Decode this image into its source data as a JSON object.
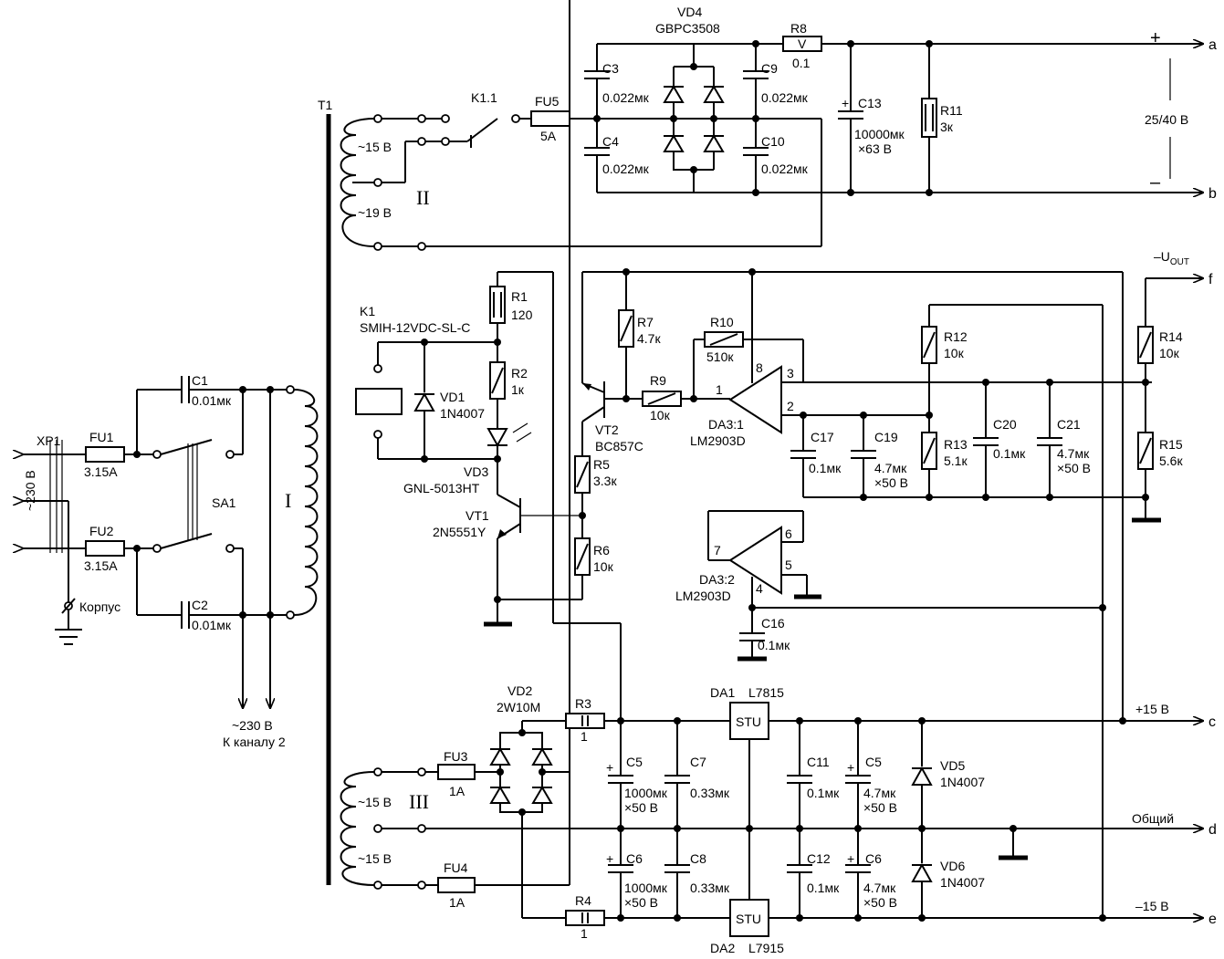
{
  "labels": {
    "XP1": "XP1",
    "mains": "~230 В",
    "korpus": "Корпус",
    "FU1": "FU1",
    "FU1v": "3.15A",
    "FU2": "FU2",
    "FU2v": "3.15A",
    "SA1": "SA1",
    "C1": "C1",
    "C1v": "0.01мк",
    "C2": "C2",
    "C2v": "0.01мк",
    "to_ch2_a": "~230 В",
    "to_ch2_b": "К каналу 2",
    "T1": "T1",
    "wI": "I",
    "wII": "II",
    "wIII": "III",
    "v15a": "~15 В",
    "v19": "~19 В",
    "v15b": "~15 В",
    "v15c": "~15 В",
    "K11": "K1.1",
    "FU5": "FU5",
    "FU5v": "5A",
    "VD4": "VD4",
    "VD4t": "GBPC3508",
    "C3": "C3",
    "C3v": "0.022мк",
    "C4": "C4",
    "C4v": "0.022мк",
    "C9": "C9",
    "C9v": "0.022мк",
    "C10": "C10",
    "C10v": "0.022мк",
    "R8": "R8",
    "R8v": "0.1",
    "R8m": "V",
    "C13": "C13",
    "C13v": "10000мк",
    "C13u": "×63 В",
    "R11": "R11",
    "R11v": "3к",
    "plus": "+",
    "minus": "–",
    "range": "25/40 В",
    "K1": "K1",
    "K1t": "SMIH-12VDC-SL-C",
    "VD1": "VD1",
    "VD1t": "1N4007",
    "R1": "R1",
    "R1v": "120",
    "R2": "R2",
    "R2v": "1к",
    "VD3": "VD3",
    "VD3t": "GNL-5013HT",
    "VT1": "VT1",
    "VT1t": "2N5551Y",
    "R5": "R5",
    "R5v": "3.3к",
    "R6": "R6",
    "R6v": "10к",
    "R7": "R7",
    "R7v": "4.7к",
    "R9": "R9",
    "R9v": "10к",
    "VT2": "VT2",
    "VT2t": "BC857C",
    "R10": "R10",
    "R10v": "510к",
    "DA31": "DA3:1",
    "DA31t": "LM2903D",
    "p8": "8",
    "p3": "3",
    "p2": "2",
    "p1": "1",
    "C17": "C17",
    "C17v": "0.1мк",
    "C19": "C19",
    "C19v": "4.7мк",
    "C19u": "×50 В",
    "R12": "R12",
    "R12v": "10к",
    "R13": "R13",
    "R13v": "5.1к",
    "C20": "C20",
    "C20v": "0.1мк",
    "C21": "C21",
    "C21v": "4.7мк",
    "C21u": "×50 В",
    "R14": "R14",
    "R14v": "10к",
    "R15": "R15",
    "R15v": "5.6к",
    "uout": "–U",
    "uout_sub": "OUT",
    "DA32": "DA3:2",
    "DA32t": "LM2903D",
    "p7": "7",
    "p6": "6",
    "p5": "5",
    "p4": "4",
    "C16": "C16",
    "C16v": "0.1мк",
    "VD2": "VD2",
    "VD2t": "2W10M",
    "FU3": "FU3",
    "FU3v": "1A",
    "FU4": "FU4",
    "FU4v": "1A",
    "R3": "R3",
    "R3v": "1",
    "R4": "R4",
    "R4v": "1",
    "C5": "C5",
    "C5v": "1000мк",
    "C5u": "×50 В",
    "C6": "C6",
    "C6v": "1000мк",
    "C6u": "×50 В",
    "C7": "C7",
    "C7v": "0.33мк",
    "C8": "C8",
    "C8v": "0.33мк",
    "DA1": "DA1",
    "DA1t": "L7815",
    "DA2": "DA2",
    "DA2t": "L7915",
    "stu": "STU",
    "C11": "C11",
    "C11v": "0.1мк",
    "C12": "C12",
    "C12v": "0.1мк",
    "C5b": "C5",
    "C5bv": "4.7мк",
    "C5bu": "×50 В",
    "C6b": "C6",
    "C6bv": "4.7мк",
    "C6bu": "×50 В",
    "VD5": "VD5",
    "VD5t": "1N4007",
    "VD6": "VD6",
    "VD6t": "1N4007",
    "p15": "+15 В",
    "common": "Общий",
    "m15": "–15 В",
    "ta": "a",
    "tb": "b",
    "tf": "f",
    "tc": "c",
    "td": "d",
    "te": "e"
  }
}
